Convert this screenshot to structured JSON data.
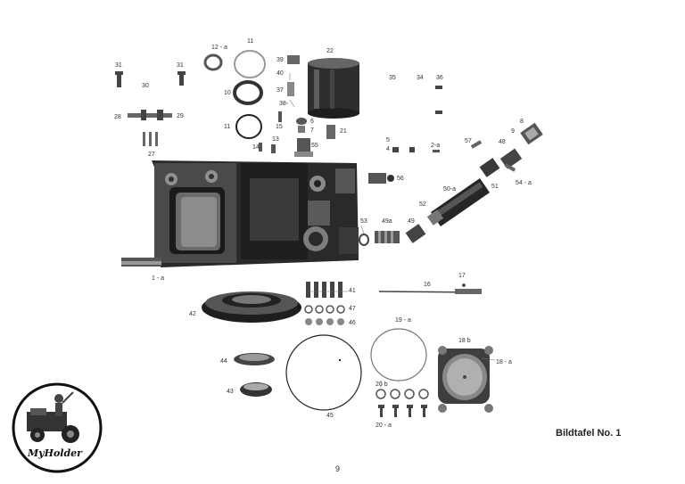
{
  "page": {
    "title": "Bildtafel No. 1",
    "page_number": "9",
    "logo_text": "MyHolder"
  },
  "labels": {
    "l_12a": "12 - a",
    "l_11a": "11",
    "l_39": "39",
    "l_22": "22",
    "l_31a": "31",
    "l_31b": "31",
    "l_30": "30",
    "l_40": "40",
    "l_37": "37",
    "l_10": "10",
    "l_38": "38-",
    "l_35": "35",
    "l_34": "34",
    "l_36": "36",
    "l_28": "28",
    "l_29": "29",
    "l_11b": "11",
    "l_15": "15",
    "l_6": "6",
    "l_7": "7",
    "l_21": "21",
    "l_8": "8",
    "l_9": "9",
    "l_13": "13",
    "l_14": "14",
    "l_55": "55",
    "l_5": "5",
    "l_4": "4",
    "l_2a": "2-a",
    "l_57": "57",
    "l_48": "48",
    "l_27": "27",
    "l_56": "56",
    "l_51": "51",
    "l_54a": "54 - a",
    "l_50a": "50-a",
    "l_52": "52",
    "l_53": "53",
    "l_49a": "49a",
    "l_49": "49",
    "l_1a": "1 - a",
    "l_16": "16",
    "l_17": "17",
    "l_41": "41",
    "l_42": "42",
    "l_47": "47",
    "l_46": "46",
    "l_19a": "19 - a",
    "l_18b": "18 b",
    "l_18a": "18 - a",
    "l_44": "44",
    "l_43": "43",
    "l_20b": "20 b",
    "l_45": "45",
    "l_20a": "20 - a"
  }
}
